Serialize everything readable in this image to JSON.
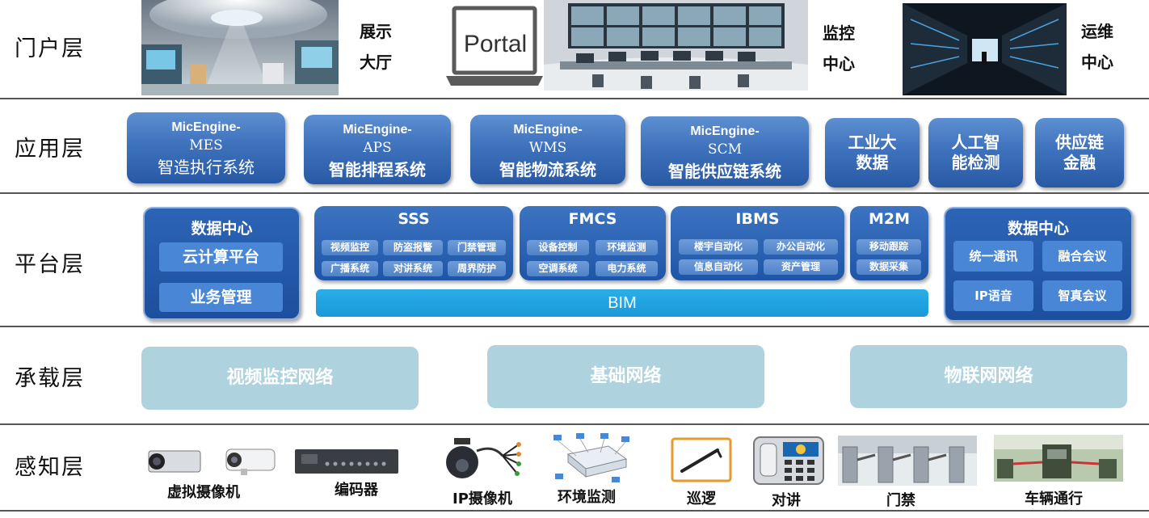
{
  "layers": {
    "portal": "门户层",
    "application": "应用层",
    "platform": "平台层",
    "carrier": "承载层",
    "perception": "感知层"
  },
  "portal": {
    "hall_line1": "展示",
    "hall_line2": "大厅",
    "portal_text": "Portal",
    "monitor_line1": "监控",
    "monitor_line2": "中心",
    "ops_line1": "运维",
    "ops_line2": "中心"
  },
  "application": {
    "boxes": [
      {
        "line1": "MicEngine-",
        "line2": "MES",
        "line3": "智造执行系统"
      },
      {
        "line1": "MicEngine-",
        "line2": "APS",
        "line3": "智能排程系统"
      },
      {
        "line1": "MicEngine-",
        "line2": "WMS",
        "line3": "智能物流系统"
      },
      {
        "line1": "MicEngine-",
        "line2": "SCM",
        "line3": "智能供应链系统"
      }
    ],
    "small": [
      {
        "line1": "工业大",
        "line2": "数据"
      },
      {
        "line1": "人工智",
        "line2": "能检测"
      },
      {
        "line1": "供应链",
        "line2": "金融"
      }
    ]
  },
  "platform": {
    "left": {
      "title": "数据中心",
      "item1": "云计算平台",
      "item2": "业务管理"
    },
    "sss": {
      "title": "SSS",
      "items": [
        "视频监控",
        "防盗报警",
        "门禁管理",
        "广播系统",
        "对讲系统",
        "周界防护"
      ]
    },
    "fmcs": {
      "title": "FMCS",
      "items": [
        "设备控制",
        "环境监测",
        "空调系统",
        "电力系统"
      ]
    },
    "ibms": {
      "title": "IBMS",
      "items": [
        "楼宇自动化",
        "办公自动化",
        "信息自动化",
        "资产管理"
      ]
    },
    "m2m": {
      "title": "M2M",
      "items": [
        "移动跟踪",
        "数据采集"
      ]
    },
    "bim": "BIM",
    "right": {
      "title": "数据中心",
      "items": [
        "统一通讯",
        "融合会议",
        "IP语音",
        "智真会议"
      ]
    }
  },
  "carrier": {
    "nets": [
      "视频监控网络",
      "基础网络",
      "物联网网络"
    ]
  },
  "perception": {
    "devices": [
      "虚拟摄像机",
      "编码器",
      "IP摄像机",
      "环境监测",
      "巡逻",
      "对讲",
      "门禁",
      "车辆通行"
    ]
  },
  "colors": {
    "app_blue": "#3f72bd",
    "chip_blue": "#5a8bd0",
    "bim_cyan": "#1fa3e0",
    "net_teal": "#aed3df"
  }
}
